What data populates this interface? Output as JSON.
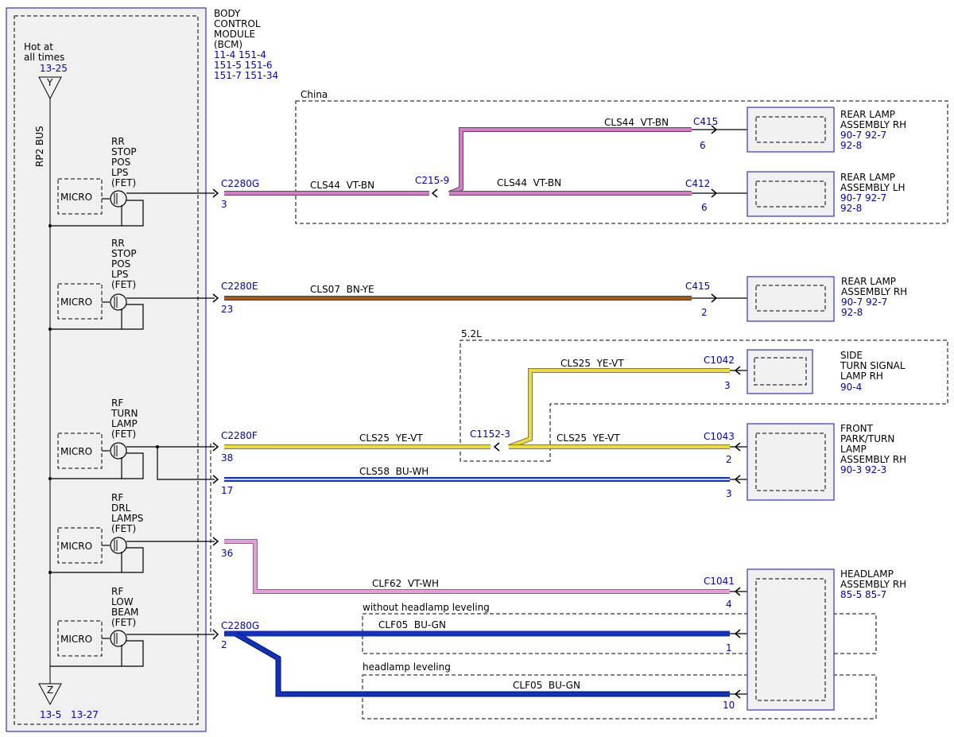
{
  "colors": {
    "ref_blue": "#0000cc",
    "module_bg": "#f0f0f0",
    "module_border": "#3333cc",
    "vt_bn": "#dd77cc",
    "bn_ye": "#aa5522",
    "ye_vt": "#eedd33",
    "bu_wh": "#1133cc",
    "vt_wh": "#ee99dd",
    "bu_gn": "#1133bb"
  },
  "module": {
    "title_lines": [
      "BODY",
      "CONTROL",
      "MODULE",
      "(BCM)"
    ],
    "ref_lines": [
      "11-4  151-4",
      "151-5 151-6",
      "151-7  151-34"
    ],
    "hot_label_lines": [
      "Hot at",
      "all times"
    ],
    "top_ref": "13-25",
    "top_node": "Y",
    "bottom_node": "Z",
    "bottom_refs": [
      "13-5",
      "13-27"
    ],
    "bus_label": "RP2 BUS",
    "micro_label": "MICRO"
  },
  "outputs": [
    {
      "lines": [
        "RR",
        "STOP",
        "POS",
        "LPS",
        "(FET)"
      ]
    },
    {
      "lines": [
        "RR",
        "STOP",
        "POS",
        "LPS",
        "(FET)"
      ]
    },
    {
      "lines": [
        "RF",
        "TURN",
        "LAMP",
        "(FET)"
      ]
    },
    {
      "lines": [
        "RF",
        "DRL",
        "LAMPS",
        "(FET)"
      ]
    },
    {
      "lines": [
        "RF",
        "LOW",
        "BEAM",
        "(FET)"
      ]
    }
  ],
  "option_boxes": [
    {
      "label": "China"
    },
    {
      "label": "5.2L"
    },
    {
      "label": "without headlamp leveling"
    },
    {
      "label": "headlamp leveling"
    }
  ],
  "wires": [
    {
      "circuit": "CLS44  VT-BN",
      "color": "VT-BN",
      "from_connector": "C2280G",
      "from_pin": "3",
      "splice": "C215-9"
    },
    {
      "circuit": "CLS44  VT-BN",
      "color": "VT-BN",
      "to_connector": "C415",
      "to_pin": "6"
    },
    {
      "circuit": "CLS44  VT-BN",
      "color": "VT-BN",
      "to_connector": "C412",
      "to_pin": "6"
    },
    {
      "circuit": "CLS07  BN-YE",
      "color": "BN-YE",
      "from_connector": "C2280E",
      "from_pin": "23",
      "to_connector": "C415",
      "to_pin": "2"
    },
    {
      "circuit": "CLS25  YE-VT",
      "color": "YE-VT",
      "from_connector": "C2280F",
      "from_pin": "38",
      "splice": "C1152-3"
    },
    {
      "circuit": "CLS25  YE-VT",
      "color": "YE-VT",
      "to_connector": "C1042",
      "to_pin": "3"
    },
    {
      "circuit": "CLS25  YE-VT",
      "color": "YE-VT",
      "to_connector": "C1043",
      "to_pin": "2"
    },
    {
      "circuit": "CLS58  BU-WH",
      "color": "BU-WH",
      "from_pin": "17",
      "to_pin": "3"
    },
    {
      "circuit": "CLF62  VT-WH",
      "color": "VT-WH",
      "from_pin": "36",
      "to_connector": "C1041",
      "to_pin": "4"
    },
    {
      "circuit": "CLF05  BU-GN",
      "color": "BU-GN",
      "from_connector": "C2280G",
      "from_pin": "2",
      "to_pin": "1"
    },
    {
      "circuit": "CLF05  BU-GN",
      "color": "BU-GN",
      "to_pin": "10"
    }
  ],
  "components": [
    {
      "name_lines": [
        "REAR LAMP",
        "ASSEMBLY RH"
      ],
      "ref_lines": [
        "90-7  92-7",
        "92-8"
      ]
    },
    {
      "name_lines": [
        "REAR LAMP",
        "ASSEMBLY LH"
      ],
      "ref_lines": [
        "90-7  92-7",
        "92-8"
      ]
    },
    {
      "name_lines": [
        "REAR LAMP",
        "ASSEMBLY RH"
      ],
      "ref_lines": [
        "90-7  92-7",
        "92-8"
      ]
    },
    {
      "name_lines": [
        "SIDE",
        "TURN SIGNAL",
        "LAMP RH"
      ],
      "ref_lines": [
        "90-4"
      ]
    },
    {
      "name_lines": [
        "FRONT",
        "PARK/TURN",
        "LAMP",
        "ASSEMBLY RH"
      ],
      "ref_lines": [
        "90-3  92-3"
      ]
    },
    {
      "name_lines": [
        "HEADLAMP",
        "ASSEMBLY RH"
      ],
      "ref_lines": [
        "85-5  85-7"
      ]
    }
  ]
}
